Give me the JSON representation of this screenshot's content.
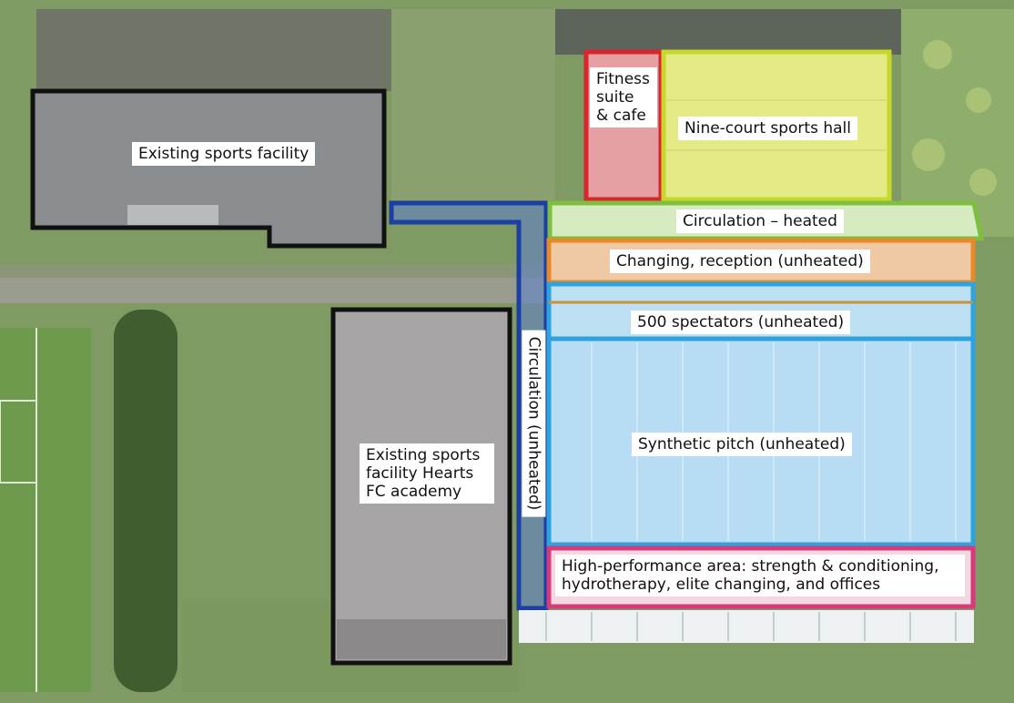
{
  "colors": {
    "existing": "#111111",
    "circulation_unheated": "#1b3fa4",
    "fitness": "#d9262c",
    "sports_hall": "#c6d92a",
    "circulation_heated": "#7fbf3f",
    "changing": "#e88a2a",
    "spectators": "#2fa3df",
    "pitch": "#2fa3df",
    "high_performance": "#d63a7a"
  },
  "labels": {
    "existing_facility": "Existing sports facility",
    "fitness": "Fitness suite & cafe",
    "sports_hall": "Nine-court sports hall",
    "circulation_heated": "Circulation – heated",
    "changing": "Changing, reception (unheated)",
    "spectators": "500 spectators (unheated)",
    "pitch": "Synthetic pitch (unheated)",
    "circulation_unheated": "Circulation (unheated)",
    "hearts": "Existing sports facility Hearts FC academy",
    "high_performance": "High-performance area: strength & conditioning, hydrotherapy, elite changing, and offices"
  }
}
